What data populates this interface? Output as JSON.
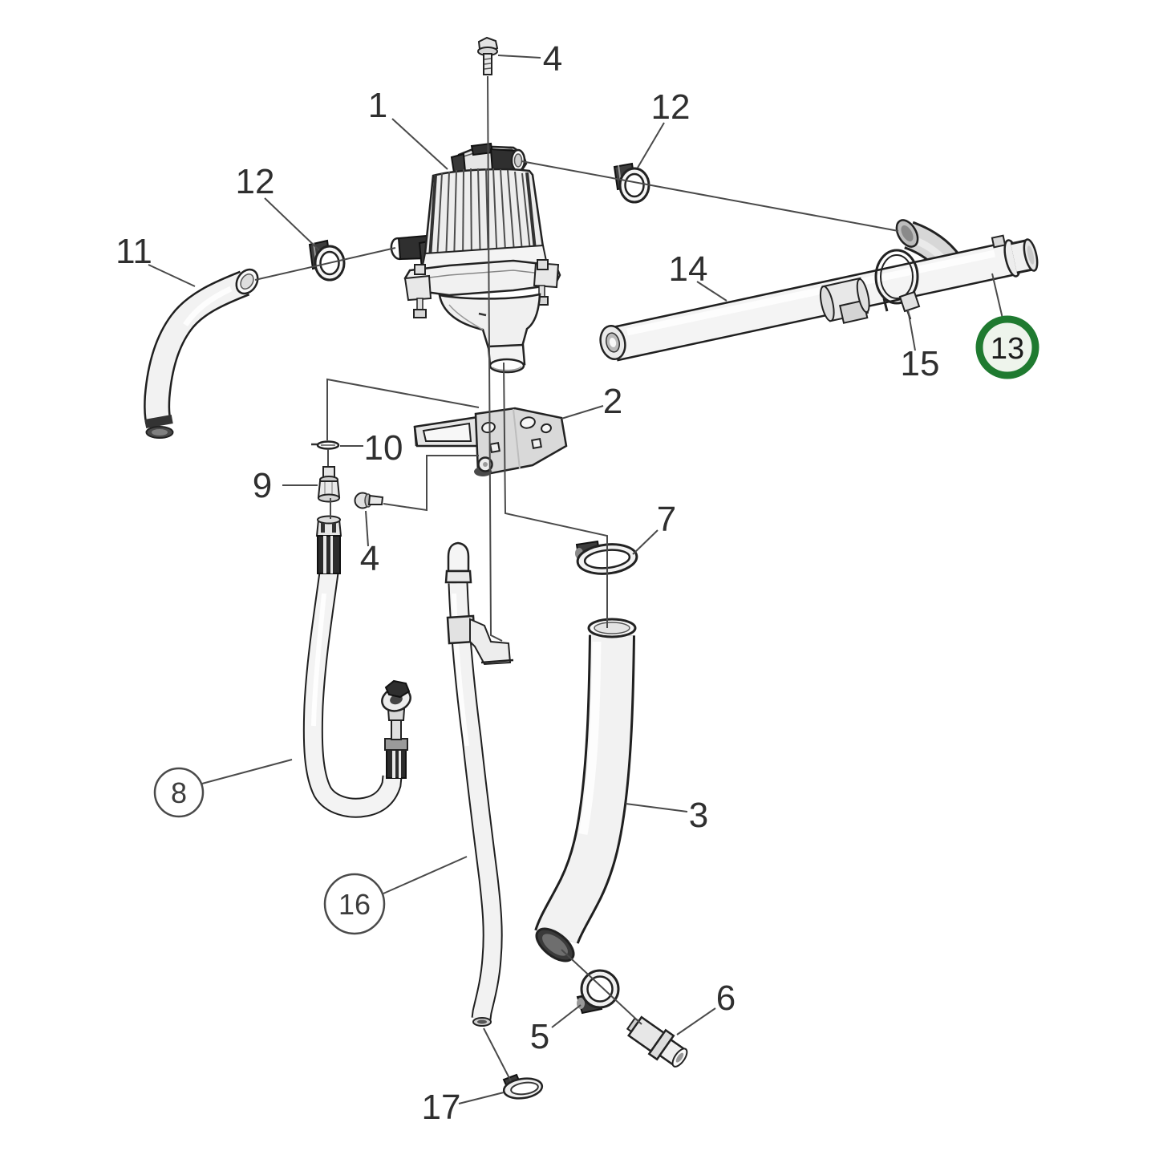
{
  "diagram": {
    "kind": "exploded-parts-diagram",
    "background": "#ffffff",
    "colors": {
      "leader": "#4a4a4a",
      "part_outline": "#1f1f1f",
      "part_fill": "#f2f2f2",
      "dark_fill": "#2e2e2e",
      "label_color": "#2f2f2f",
      "callout_circle_stroke": "#4a4a4a",
      "highlight_ring": "#1f7a30",
      "highlight_fill": "#eef4ec"
    },
    "callouts": [
      {
        "label": "1",
        "style": "plain"
      },
      {
        "label": "2",
        "style": "plain"
      },
      {
        "label": "3",
        "style": "plain"
      },
      {
        "label": "4",
        "style": "plain"
      },
      {
        "label": "4",
        "style": "plain"
      },
      {
        "label": "5",
        "style": "plain"
      },
      {
        "label": "6",
        "style": "plain"
      },
      {
        "label": "7",
        "style": "plain"
      },
      {
        "label": "8",
        "style": "circled"
      },
      {
        "label": "9",
        "style": "plain"
      },
      {
        "label": "10",
        "style": "plain"
      },
      {
        "label": "11",
        "style": "plain"
      },
      {
        "label": "12",
        "style": "plain"
      },
      {
        "label": "12",
        "style": "plain"
      },
      {
        "label": "13",
        "style": "circled-highlighted"
      },
      {
        "label": "14",
        "style": "plain"
      },
      {
        "label": "15",
        "style": "plain"
      },
      {
        "label": "16",
        "style": "circled"
      },
      {
        "label": "17",
        "style": "plain"
      }
    ]
  }
}
